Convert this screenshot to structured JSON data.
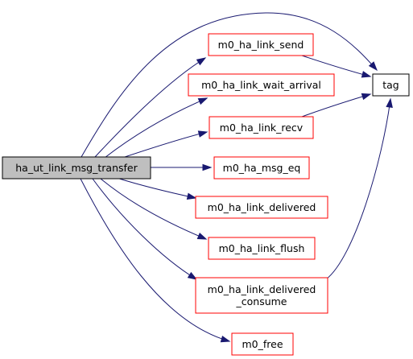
{
  "graph": {
    "nodes": [
      {
        "id": "ha_ut_link_msg_transfer",
        "lines": [
          "ha_ut_link_msg_transfer"
        ],
        "kind": "root"
      },
      {
        "id": "m0_ha_link_send",
        "lines": [
          "m0_ha_link_send"
        ],
        "kind": "linked"
      },
      {
        "id": "m0_ha_link_wait_arrival",
        "lines": [
          "m0_ha_link_wait_arrival"
        ],
        "kind": "linked"
      },
      {
        "id": "m0_ha_link_recv",
        "lines": [
          "m0_ha_link_recv"
        ],
        "kind": "linked"
      },
      {
        "id": "m0_ha_msg_eq",
        "lines": [
          "m0_ha_msg_eq"
        ],
        "kind": "linked"
      },
      {
        "id": "m0_ha_link_delivered",
        "lines": [
          "m0_ha_link_delivered"
        ],
        "kind": "linked"
      },
      {
        "id": "m0_ha_link_flush",
        "lines": [
          "m0_ha_link_flush"
        ],
        "kind": "linked"
      },
      {
        "id": "m0_ha_link_delivered_consume",
        "lines": [
          "m0_ha_link_delivered",
          "_consume"
        ],
        "kind": "linked"
      },
      {
        "id": "m0_free",
        "lines": [
          "m0_free"
        ],
        "kind": "linked"
      },
      {
        "id": "tag",
        "lines": [
          "tag"
        ],
        "kind": "plain"
      }
    ],
    "edges": [
      {
        "from": "ha_ut_link_msg_transfer",
        "to": "tag"
      },
      {
        "from": "ha_ut_link_msg_transfer",
        "to": "m0_ha_link_send"
      },
      {
        "from": "ha_ut_link_msg_transfer",
        "to": "m0_ha_link_wait_arrival"
      },
      {
        "from": "ha_ut_link_msg_transfer",
        "to": "m0_ha_link_recv"
      },
      {
        "from": "ha_ut_link_msg_transfer",
        "to": "m0_ha_msg_eq"
      },
      {
        "from": "ha_ut_link_msg_transfer",
        "to": "m0_ha_link_delivered"
      },
      {
        "from": "ha_ut_link_msg_transfer",
        "to": "m0_ha_link_flush"
      },
      {
        "from": "ha_ut_link_msg_transfer",
        "to": "m0_ha_link_delivered_consume"
      },
      {
        "from": "ha_ut_link_msg_transfer",
        "to": "m0_free"
      },
      {
        "from": "m0_ha_link_send",
        "to": "tag"
      },
      {
        "from": "m0_ha_link_recv",
        "to": "tag"
      },
      {
        "from": "m0_ha_link_delivered_consume",
        "to": "tag"
      }
    ]
  },
  "colors": {
    "edge": "#191970",
    "linked_border": "#ff0000",
    "root_fill": "#bfbfbf",
    "plain_border": "#000000"
  }
}
